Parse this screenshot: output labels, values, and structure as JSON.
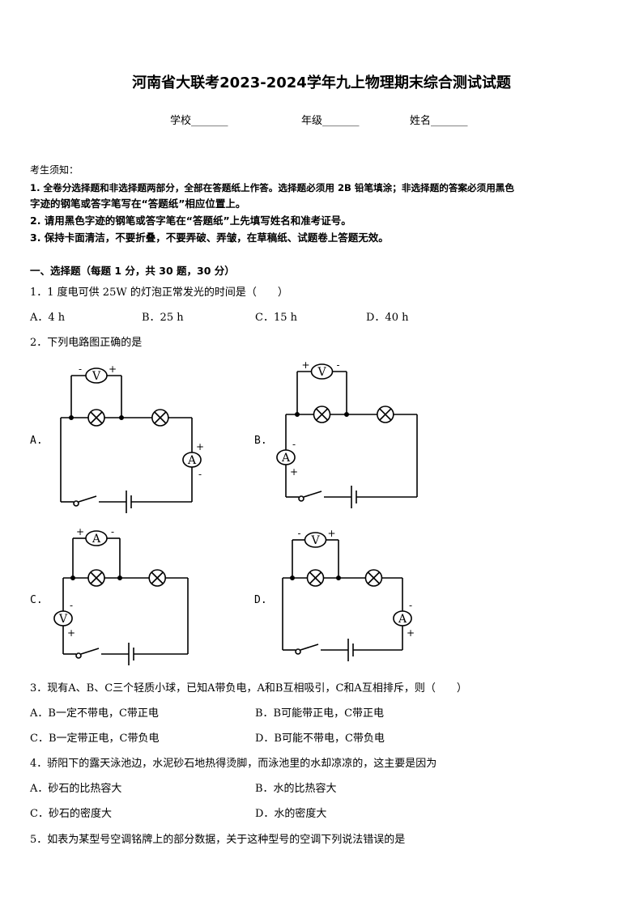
{
  "header": {
    "title": "河南省大联考2023-2024学年九上物理期末综合测试试题",
    "fields": [
      "学校_______",
      "年级_______",
      "姓名_______"
    ]
  },
  "notice": {
    "heading": "考生须知：",
    "lines": [
      "1. 全卷分选择题和非选择题两部分，全部在答题纸上作答。选择题必须用 2B 铅笔填涂；非选择题的答案必须用黑色",
      "字迹的钢笔或答字笔写在“答题纸”相应位置上。",
      "2. 请用黑色字迹的钢笔或答字笔在“答题纸”上先填写姓名和准考证号。",
      "3. 保持卡面清洁，不要折叠，不要弄破、弄皱，在草稿纸、试题卷上答题无效。"
    ]
  },
  "section": "一、选择题（每题 1 分，共 30 题，30 分）",
  "questions": [
    {
      "stem": "1．1 度电可供 25W 的灯泡正常发光的时间是（　　）",
      "options": [
        "A．4 h",
        "B．25 h",
        "C．15 h",
        "D．40 h"
      ]
    },
    {
      "stem": "2．下列电路图正确的是"
    },
    {
      "stem": "3．现有A、B、C三个轻质小球，已知A带负电，A和B互相吸引，C和A互相排斥，则（　　）",
      "options": [
        "A．B一定不带电，C带正电",
        "B．B可能带正电，C带正电",
        "C．B一定带正电，C带负电",
        "D．B可能不带电，C带负电"
      ]
    },
    {
      "stem": "4．骄阳下的露天泳池边，水泥砂石地热得烫脚，而泳池里的水却凉凉的，这主要是因为",
      "options": [
        "A．砂石的比热容大",
        "B．水的比热容大",
        "C．砂石的密度大",
        "D．水的密度大"
      ]
    },
    {
      "stem": "5．如表为某型号空调铭牌上的部分数据，关于这种型号的空调下列说法错误的是"
    }
  ],
  "circuits": [
    {
      "label": "A.",
      "top_meter": "V",
      "top_signs": [
        "-",
        "+"
      ],
      "side_meter": "A",
      "side_signs": [
        "+",
        "-"
      ]
    },
    {
      "label": "B.",
      "top_meter": "V",
      "top_signs": [
        "+",
        "-"
      ],
      "side_meter": "A",
      "side_signs": [
        "-",
        "+"
      ]
    },
    {
      "label": "C.",
      "top_meter": "A",
      "top_signs": [
        "+",
        "-"
      ],
      "side_meter": "V",
      "side_signs": [
        "-",
        "+"
      ]
    },
    {
      "label": "D.",
      "top_meter": "V",
      "top_signs": [
        "-",
        "+"
      ],
      "side_meter": "A",
      "side_signs": [
        "-",
        "+"
      ]
    }
  ]
}
